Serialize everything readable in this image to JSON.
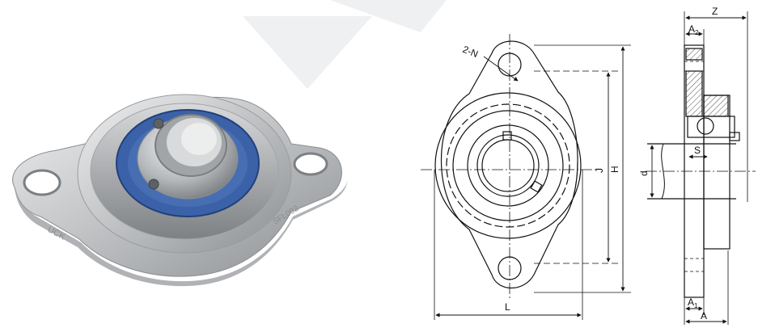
{
  "photo": {
    "housing_markings": [
      "UCK",
      "SFL002"
    ],
    "seal_color": "#3b62a8",
    "housing_color": "#c9cacb"
  },
  "watermark": {
    "color": "#eef0f2"
  },
  "front_view": {
    "labels": {
      "holes": "2-N",
      "length": "L",
      "bolt_spacing": "J",
      "height": "H"
    }
  },
  "side_view": {
    "labels": {
      "width": "Z",
      "a2_main": "A",
      "a2_sub": "2",
      "bore": "d",
      "set_screw": "S",
      "a1_main": "A",
      "a1_sub": "1",
      "overall": "A"
    }
  }
}
